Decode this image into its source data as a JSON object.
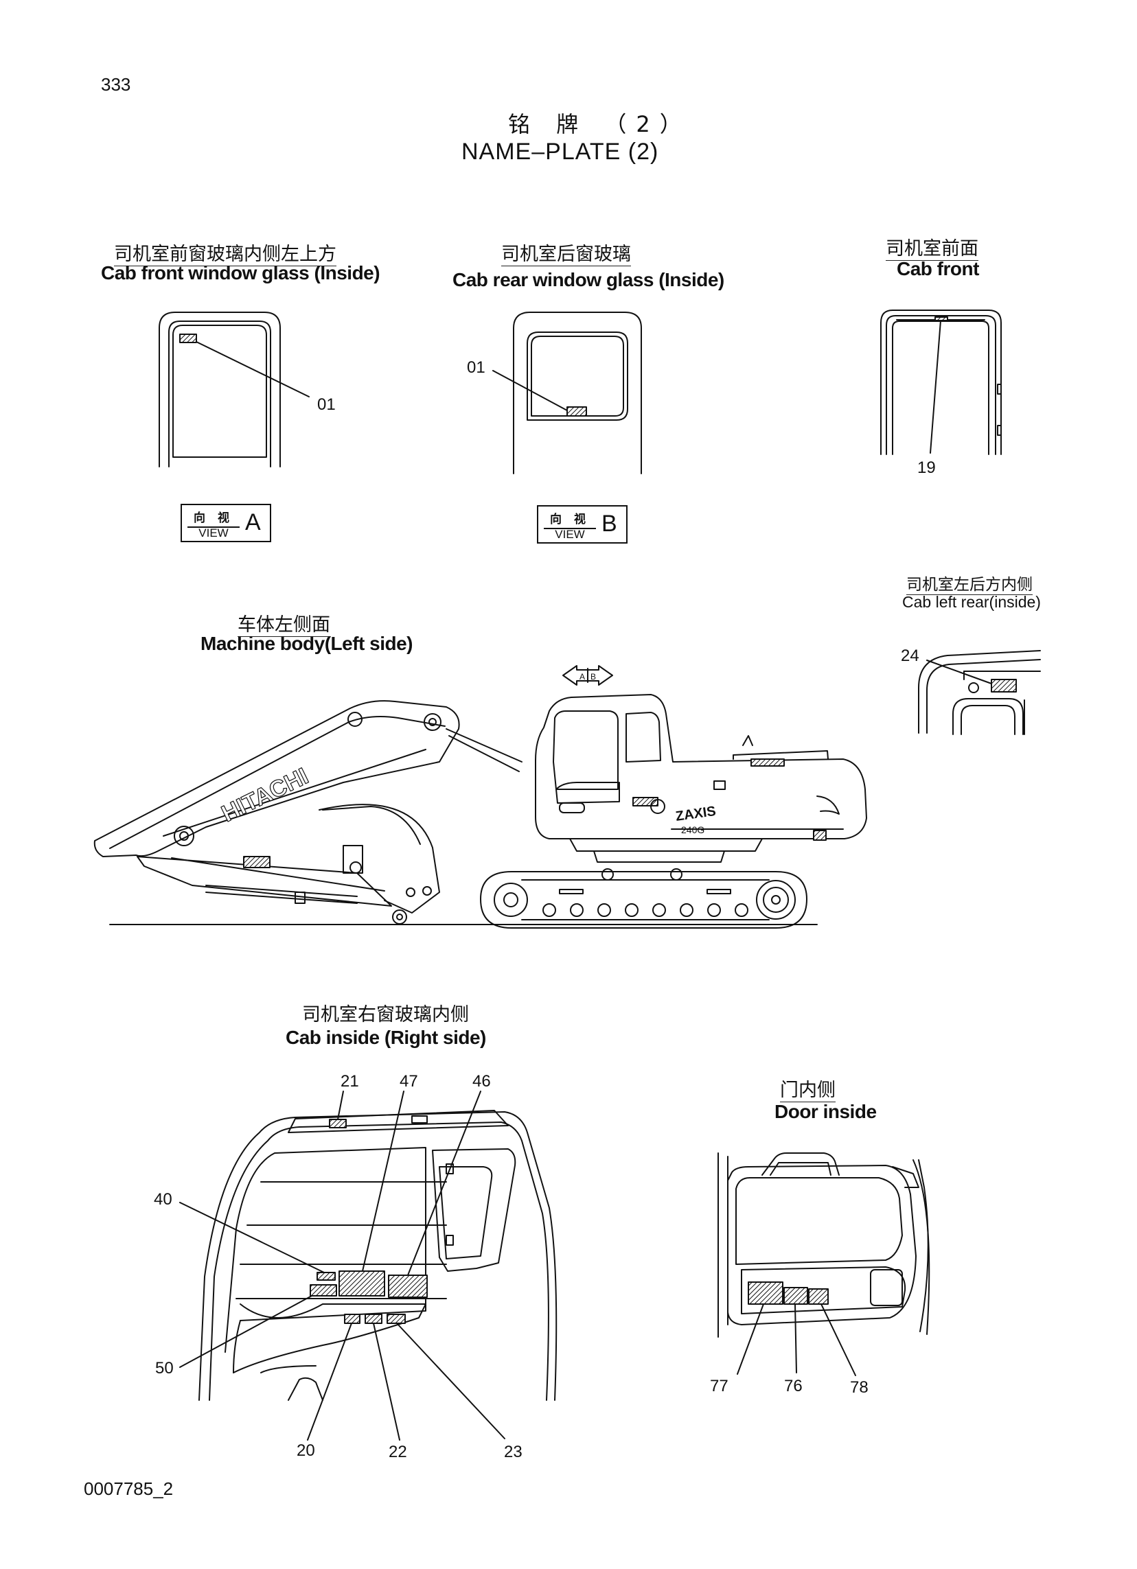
{
  "page_number": "333",
  "title": {
    "cn": "铭 牌 （2）",
    "en": "NAME–PLATE (2)"
  },
  "sections": {
    "cab_front_window": {
      "cn": "司机室前窗玻璃内侧左上方",
      "en": "Cab front window glass (Inside)"
    },
    "cab_rear_window": {
      "cn": "司机室后窗玻璃",
      "en": "Cab rear window glass (Inside)"
    },
    "cab_front": {
      "cn": "司机室前面",
      "en": "Cab front"
    },
    "cab_left_rear": {
      "cn": "司机室左后方内侧",
      "en": "Cab left rear(inside)"
    },
    "machine_body": {
      "cn": "车体左侧面",
      "en": "Machine body(Left side)"
    },
    "cab_inside_right": {
      "cn": "司机室右窗玻璃内侧",
      "en": "Cab inside (Right side)"
    },
    "door_inside": {
      "cn": "门内侧",
      "en": "Door inside"
    }
  },
  "views": {
    "a": {
      "cn": "向 视",
      "en": "VIEW",
      "letter": "A"
    },
    "b": {
      "cn": "向 视",
      "en": "VIEW",
      "letter": "B"
    }
  },
  "arrow_labels": {
    "a": "A",
    "b": "B"
  },
  "machine_text": {
    "brand": "HITACHI",
    "model": "ZAXIS",
    "model_sub": "240G"
  },
  "callouts": {
    "front_window": "01",
    "rear_window": "01",
    "cab_front": "19",
    "cab_left_rear": "24",
    "cab_inside": [
      "21",
      "47",
      "46",
      "40",
      "50",
      "20",
      "22",
      "23"
    ],
    "door": [
      "77",
      "76",
      "78"
    ]
  },
  "drawing_code": "0007785_2"
}
